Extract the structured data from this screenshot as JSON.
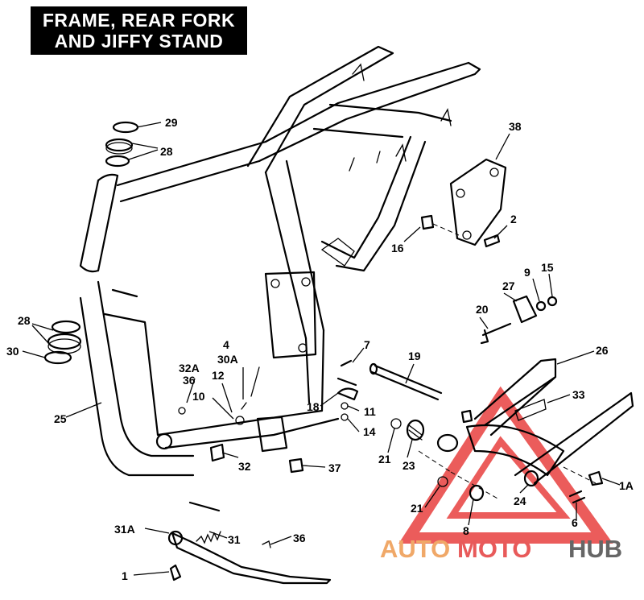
{
  "title": {
    "line1": "FRAME, REAR FORK",
    "line2": "AND JIFFY STAND"
  },
  "callouts": [
    "29",
    "28",
    "38",
    "2",
    "16",
    "9",
    "15",
    "27",
    "20",
    "28",
    "30",
    "7",
    "19",
    "26",
    "4",
    "30A",
    "32A",
    "36",
    "12",
    "10",
    "18",
    "11",
    "14",
    "33",
    "25",
    "21",
    "23",
    "32",
    "37",
    "21",
    "24",
    "1A",
    "8",
    "6",
    "31A",
    "31",
    "36",
    "1"
  ],
  "watermark": {
    "part1": "AUTO",
    "part2": "MOTO",
    "part3": "HUB",
    "colors": {
      "auto": "#f0a868",
      "moto": "#e85a5a",
      "hub": "#666666",
      "triangle": "#e8403f"
    }
  }
}
